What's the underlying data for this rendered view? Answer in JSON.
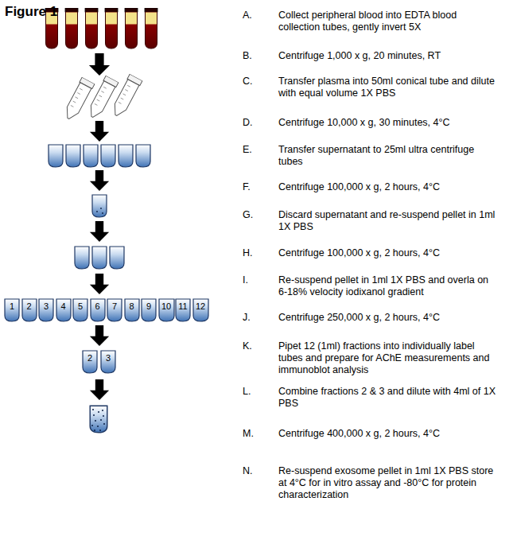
{
  "diagram": {
    "title": "Figure 1",
    "nodes": [
      {
        "text": [
          "1"
        ]
      },
      {
        "text": [
          "2"
        ]
      },
      {
        "text": [
          "3"
        ]
      },
      {
        "text": [
          "4"
        ]
      },
      {
        "text": [
          "5"
        ]
      },
      {
        "text": [
          "6"
        ]
      },
      {
        "text": [
          "7"
        ]
      },
      {
        "text": [
          "8"
        ]
      },
      {
        "text": [
          "9"
        ]
      },
      {
        "text": [
          "10"
        ]
      },
      {
        "text": [
          "11"
        ]
      },
      {
        "text": [
          "12"
        ]
      },
      {
        "text": [
          "2"
        ]
      },
      {
        "text": [
          "3"
        ]
      }
    ],
    "labels": [
      "A.",
      "Collect peripheral blood into EDTA blood collection tubes, gently invert 5X",
      "B.",
      "Centrifuge 1,000 x g, 20 minutes, RT",
      "C.",
      "Transfer plasma into 50ml conical tube and dilute with equal volume 1X PBS",
      "D.",
      "Centrifuge 10,000 x g, 30 minutes, 4°C",
      "E.",
      "Transfer supernatant to 25ml ultra centrifuge tubes",
      "F.",
      "Centrifuge 100,000 x g, 2 hours, 4°C",
      "G.",
      "Discard supernatant and re-suspend pellet in 1ml 1X PBS",
      "H.",
      "Centrifuge 100,000 x g, 2 hours, 4°C",
      "I.",
      "Re-suspend pellet in 1ml 1X PBS and overla on 6-18% velocity iodixanol gradient",
      "J.",
      "Centrifuge 250,000 x g, 2 hours, 4°C",
      "K.",
      "Pipet 12 (1ml) fractions into individually label tubes and prepare for AChE measurements and immunoblot analysis",
      "L.",
      "Combine fractions 2 & 3 and dilute with 4ml of 1X PBS",
      "M.",
      "Centrifuge 400,000 x g, 2 hours, 4°C",
      "N.",
      "Re-suspend exosome pellet in 1ml 1X PBS store at 4°C for in vitro assay and -80°C for protein characterization"
    ]
  }
}
